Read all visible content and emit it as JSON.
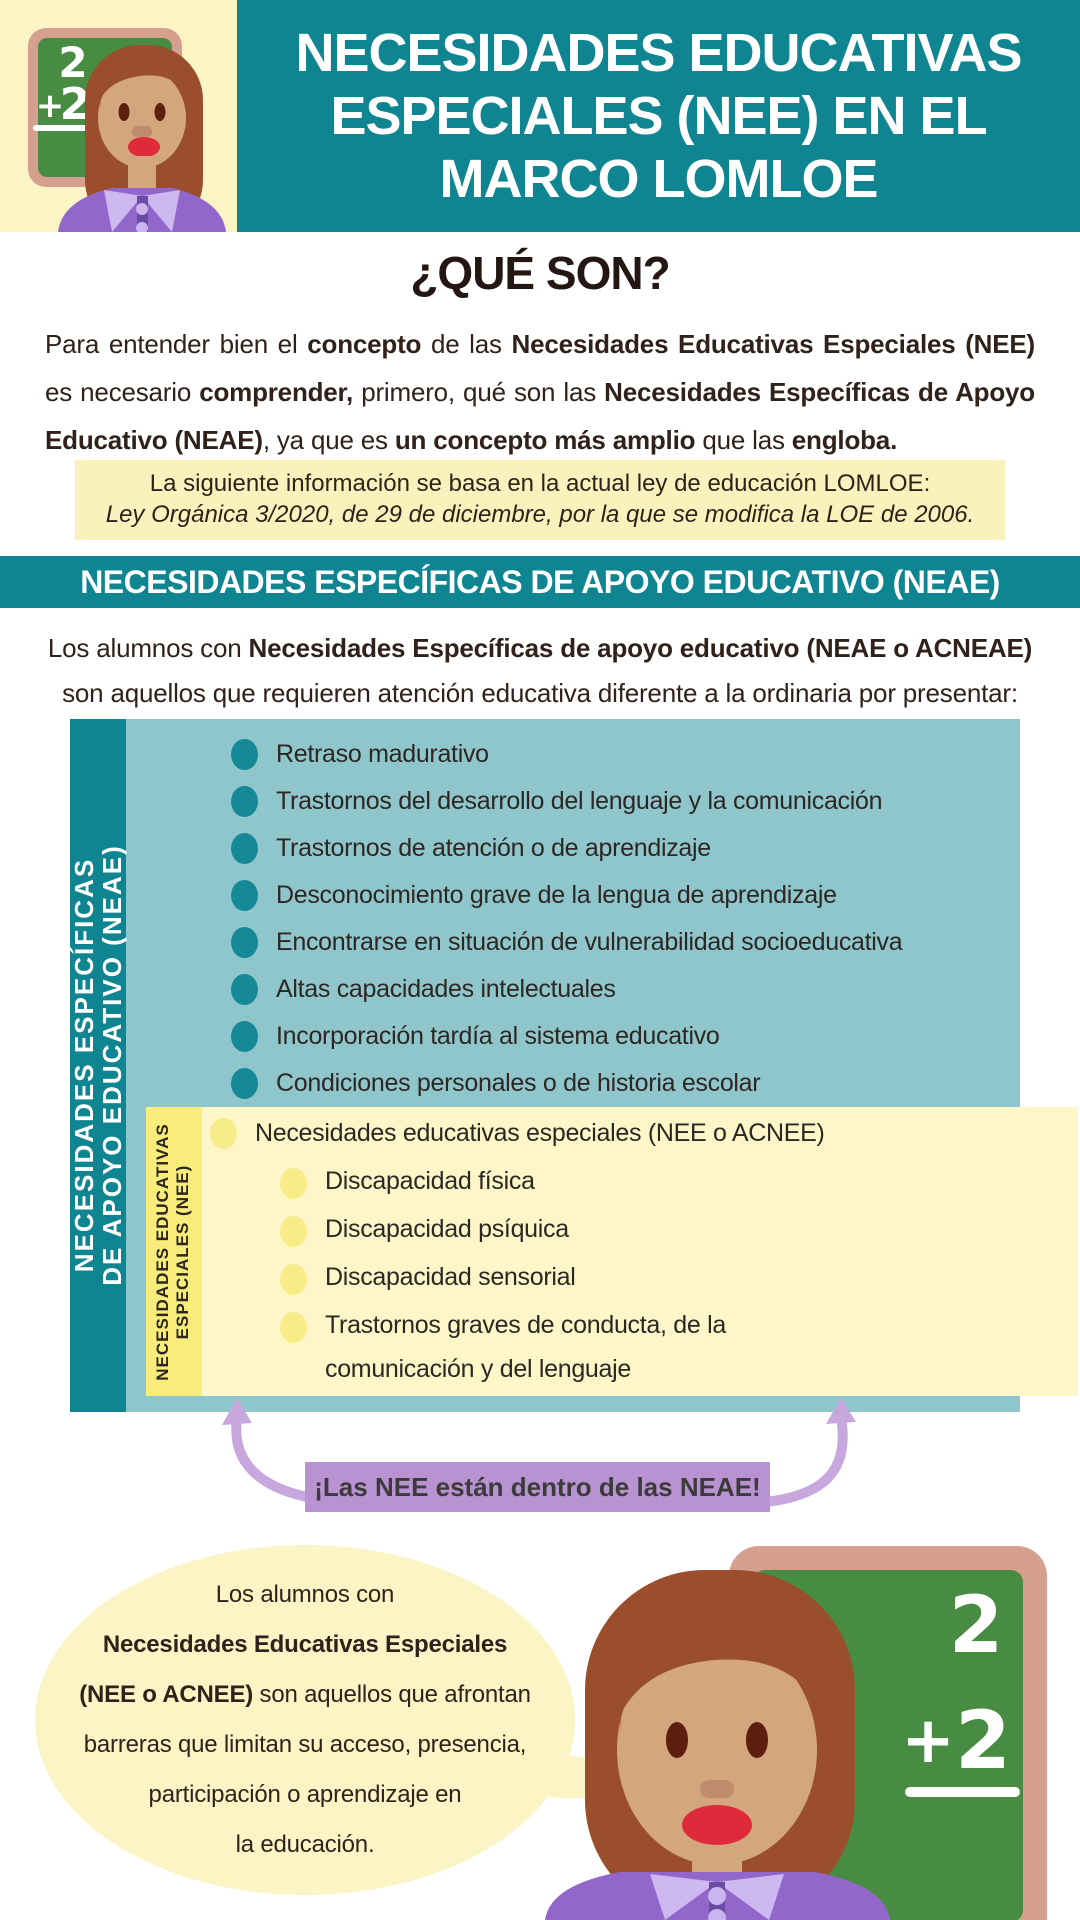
{
  "colors": {
    "teal": "#0f8591",
    "light_teal": "#8fc6cb",
    "teal_bullet": "#158997",
    "pale_yellow": "#fbf5c5",
    "note_yellow": "#faf2bc",
    "strip_yellow": "#f8ec7a",
    "yellow_bullet": "#f8ec88",
    "callout_purple": "#b992d2",
    "arrow_purple": "#c7a7de",
    "text_dark": "#31211b",
    "title_white": "#ffffff"
  },
  "header": {
    "title_lines": [
      "NECESIDADES EDUCATIVAS",
      "ESPECIALES (NEE) EN EL",
      "MARCO LOMLOE"
    ]
  },
  "intro": {
    "heading": "¿QUÉ SON?",
    "paragraph": [
      {
        "text": "Para entender bien el "
      },
      {
        "text": "concepto",
        "bold": true
      },
      {
        "text": " de las "
      },
      {
        "text": "Necesidades Educativas Especiales (NEE)",
        "bold": true
      },
      {
        "text": " es necesario "
      },
      {
        "text": "comprender,",
        "bold": true
      },
      {
        "text": " primero, qué son las "
      },
      {
        "text": "Necesidades Específicas de Apoyo Educativo (NEAE)",
        "bold": true
      },
      {
        "text": ", ya que es "
      },
      {
        "text": "un concepto más amplio",
        "bold": true
      },
      {
        "text": " que las "
      },
      {
        "text": "engloba.",
        "bold": true
      }
    ]
  },
  "note": {
    "line1": "La siguiente información se basa en la actual ley de educación LOMLOE:",
    "line2": "Ley Orgánica 3/2020, de 29 de diciembre, por la que se modifica la LOE de 2006."
  },
  "neae": {
    "banner": "NECESIDADES ESPECÍFICAS DE APOYO EDUCATIVO (NEAE)",
    "intro": [
      {
        "text": "Los alumnos con "
      },
      {
        "text": "Necesidades Específicas de apoyo educativo (NEAE o ACNEAE)",
        "bold": true
      },
      {
        "text": " son aquellos que requieren atención educativa diferente a la ordinaria por presentar:"
      }
    ]
  },
  "diagram": {
    "sidebar_label_lines": [
      "NECESIDADES ESPECÍFICAS",
      "DE APOYO EDUCATIVO (NEAE)"
    ],
    "items": [
      "Retraso madurativo",
      "Trastornos del desarrollo del lenguaje y la comunicación",
      "Trastornos de atención o de aprendizaje",
      "Desconocimiento grave de la lengua de aprendizaje",
      "Encontrarse en situación de vulnerabilidad socioeducativa",
      "Altas capacidades intelectuales",
      "Incorporación tardía al sistema educativo",
      "Condiciones personales o de historia escolar"
    ],
    "nee_box": {
      "label_lines": [
        "NECESIDADES EDUCATIVAS",
        "ESPECIALES (NEE)"
      ],
      "main_item": "Necesidades educativas especiales (NEE o ACNEE)",
      "sub_items": [
        "Discapacidad física",
        "Discapacidad psíquica",
        "Discapacidad sensorial",
        "Trastornos graves de conducta, de la comunicación y del lenguaje"
      ]
    }
  },
  "callout": "¡Las NEE están dentro de las NEAE!",
  "bubble": {
    "lines": [
      [
        {
          "text": "Los alumnos con"
        }
      ],
      [
        {
          "text": "Necesidades Educativas Especiales",
          "bold": true
        }
      ],
      [
        {
          "text": "(NEE o ACNEE)",
          "bold": true
        },
        {
          "text": " son aquellos que afrontan"
        }
      ],
      [
        {
          "text": "barreras que limitan su acceso, presencia,"
        }
      ],
      [
        {
          "text": "participación o aprendizaje en"
        }
      ],
      [
        {
          "text": "la educación."
        }
      ]
    ]
  },
  "chalkboard": {
    "top_number": "2",
    "bottom_number": "+2"
  }
}
